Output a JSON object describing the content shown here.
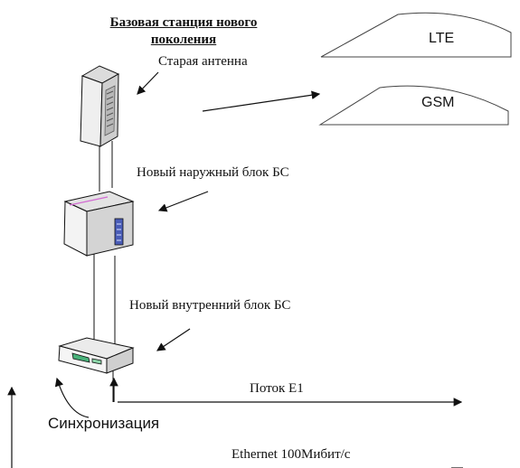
{
  "diagram": {
    "title_line1": "Базовая станция нового",
    "title_line2": "поколения",
    "labels": {
      "old_antenna": "Старая антенна",
      "outdoor_unit": "Новый наружный блок БС",
      "indoor_unit": "Новый внутренний блок БС",
      "stream": "Поток E1",
      "ethernet": "Ethernet 100Мибит/с",
      "sync": "Синхронизация",
      "lte": "LTE",
      "gsm": "GSM"
    },
    "colors": {
      "line": "#111111",
      "device_body": "#e8e8e8",
      "device_side": "#c9c9c9",
      "port_blue": "#4a5db8",
      "accent_pink": "#d26bd2",
      "accent_green": "#49b27a"
    }
  }
}
